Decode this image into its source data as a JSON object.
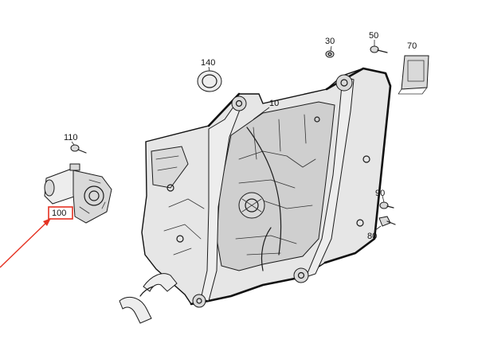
{
  "diagram": {
    "callouts": [
      {
        "id": "c10",
        "label": "10"
      },
      {
        "id": "c30",
        "label": "30"
      },
      {
        "id": "c50",
        "label": "50"
      },
      {
        "id": "c70",
        "label": "70"
      },
      {
        "id": "c80",
        "label": "80"
      },
      {
        "id": "c90",
        "label": "90"
      },
      {
        "id": "c100",
        "label": "100"
      },
      {
        "id": "c110",
        "label": "110"
      },
      {
        "id": "c140",
        "label": "140"
      }
    ],
    "highlighted_callout": "100",
    "highlight_color": "#e53222",
    "line_color": "#111111"
  }
}
